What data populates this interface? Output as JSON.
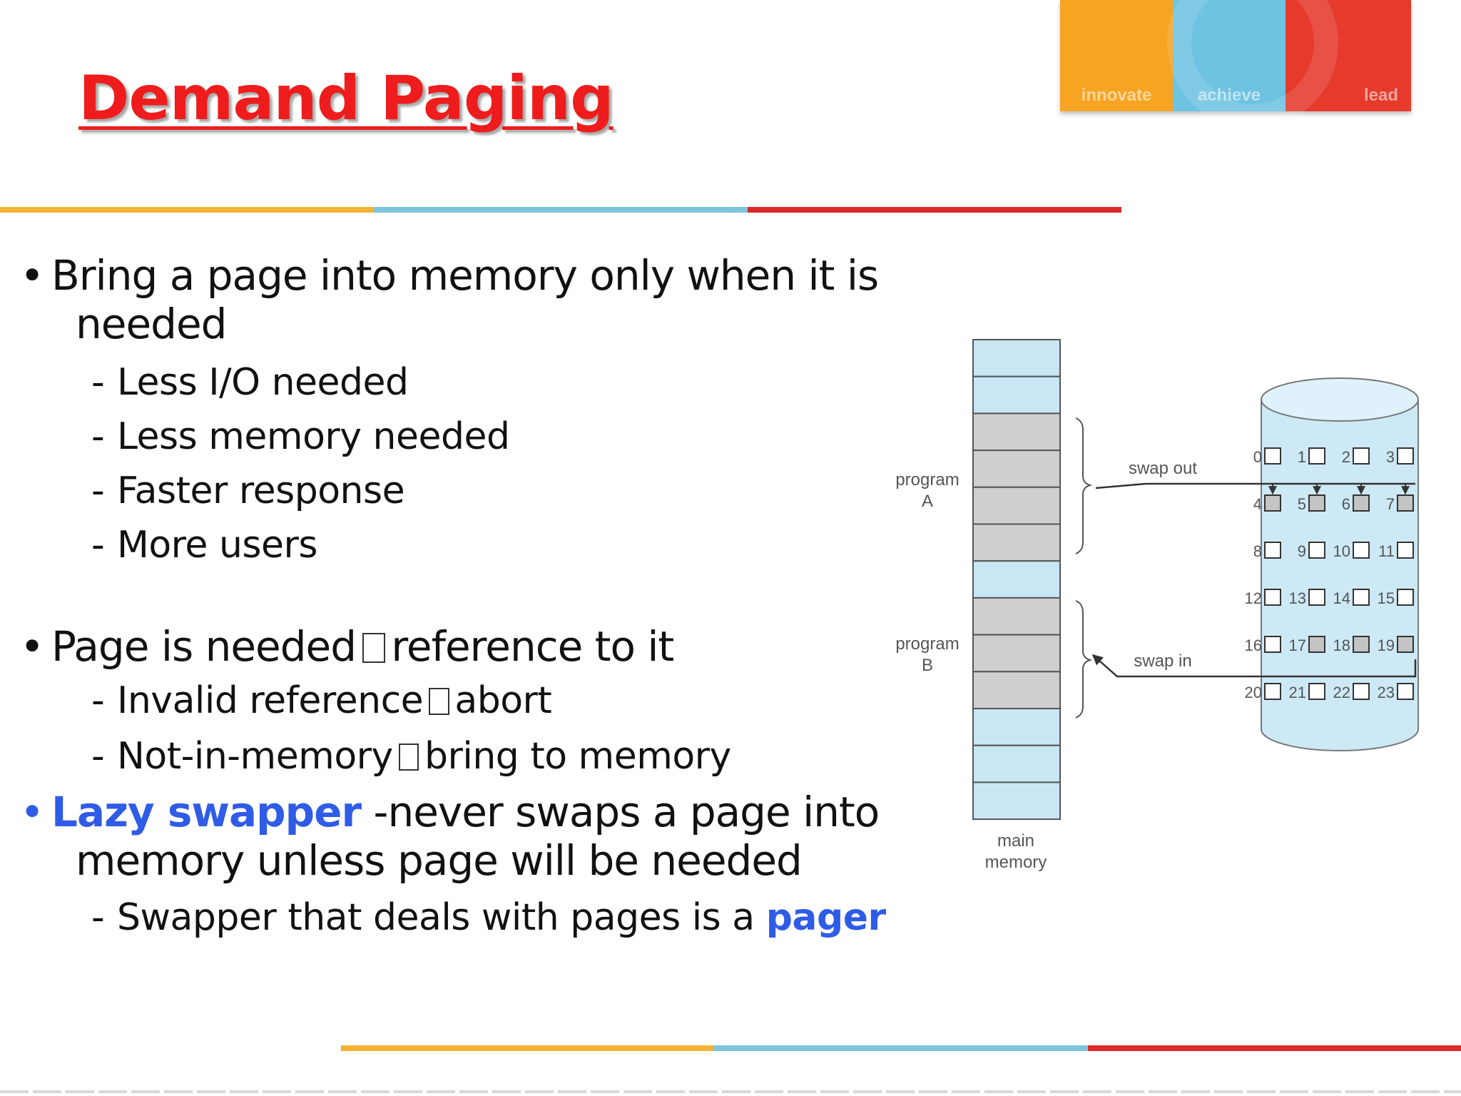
{
  "title": "Demand Paging",
  "logo": {
    "segments": [
      "innovate",
      "achieve",
      "lead"
    ],
    "colors": [
      "#f7a423",
      "#6fc3e2",
      "#e53a2c"
    ]
  },
  "bullets": [
    {
      "text": "Bring a page into memory only when it is",
      "text_cont": "needed",
      "sub": [
        "Less I/O needed",
        "Less memory needed",
        "Faster response",
        "More users"
      ]
    },
    {
      "text_a": "Page is needed",
      "text_b": "reference to it",
      "sub": [
        {
          "a": "Invalid reference",
          "b": "abort"
        },
        {
          "a": "Not-in-memory",
          "b": "bring to memory"
        }
      ]
    },
    {
      "highlight": "Lazy swapper",
      "text": " -never swaps a page into",
      "text_cont": "memory unless page will be needed",
      "sub_text": "Swapper that deals with pages is a ",
      "sub_highlight": "pager"
    }
  ],
  "diagram": {
    "program_a_label": [
      "program",
      "A"
    ],
    "program_b_label": [
      "program",
      "B"
    ],
    "main_memory_label": [
      "main",
      "memory"
    ],
    "swap_out_label": "swap out",
    "swap_in_label": "swap in",
    "disk_pages": [
      [
        "0",
        "1",
        "2",
        "3"
      ],
      [
        "4",
        "5",
        "6",
        "7"
      ],
      [
        "8",
        "9",
        "10",
        "11"
      ],
      [
        "12",
        "13",
        "14",
        "15"
      ],
      [
        "16",
        "17",
        "18",
        "19"
      ],
      [
        "20",
        "21",
        "22",
        "23"
      ]
    ],
    "memory_frames": [
      "free",
      "free",
      "used",
      "used",
      "used",
      "used",
      "free",
      "used",
      "used",
      "used",
      "free",
      "free",
      "free"
    ],
    "filled_disk_pages": [
      "4",
      "5",
      "6",
      "7",
      "17",
      "18",
      "19"
    ],
    "colors": {
      "free_frame": "#c9e6f5",
      "used_frame": "#cfcfcf",
      "disk_fill": "#cde9f6",
      "filled_page": "#c4c4c4"
    }
  }
}
